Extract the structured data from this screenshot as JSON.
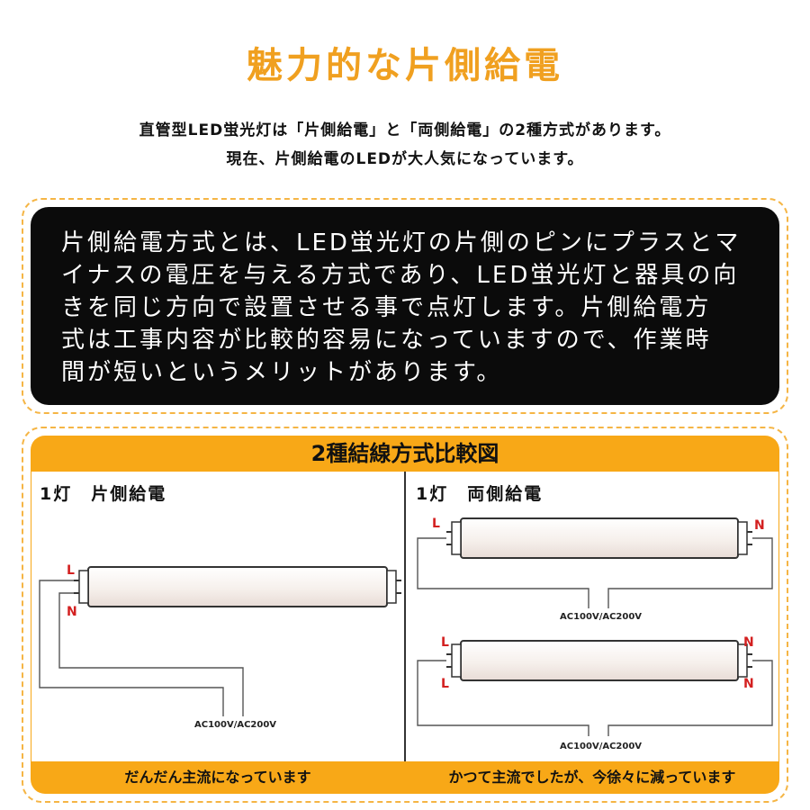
{
  "title": "魅力的な片側給電",
  "intro": {
    "line1": "直管型LED蛍光灯は「片側給電」と「両側給電」の2種方式があります。",
    "line2": "現在、片側給電のLEDが大人気になっています。"
  },
  "description": {
    "lines": [
      "片側給電方式とは、LED蛍光灯の片側のピンにプラスとマ",
      "イナスの電圧を与える方式であり、LED蛍光灯と器具の向",
      "きを同じ方向で設置させる事で点灯します。片側給電方",
      "式は工事内容が比較的容易になっていますので、作業時",
      "間が短いというメリットがあります。"
    ]
  },
  "comparison": {
    "header": "2種結線方式比較図",
    "left": {
      "label": "1灯　片側給電",
      "wire_labels": [
        "L",
        "N"
      ],
      "voltage": "AC100V/AC200V",
      "footer": "だんだん主流になっています"
    },
    "right": {
      "label": "1灯　両側給電",
      "top": {
        "wire_labels": [
          "L",
          "N"
        ],
        "voltage": "AC100V/AC200V"
      },
      "bottom": {
        "wire_labels": [
          "L",
          "L",
          "N",
          "N"
        ],
        "voltage": "AC100V/AC200V"
      },
      "footer": "かつて主流でしたが、今徐々に減っています"
    }
  },
  "colors": {
    "title": "#f0a020",
    "accent": "#f8a817",
    "dashed_border": "#f5b545",
    "wire_label": "#d32020"
  }
}
